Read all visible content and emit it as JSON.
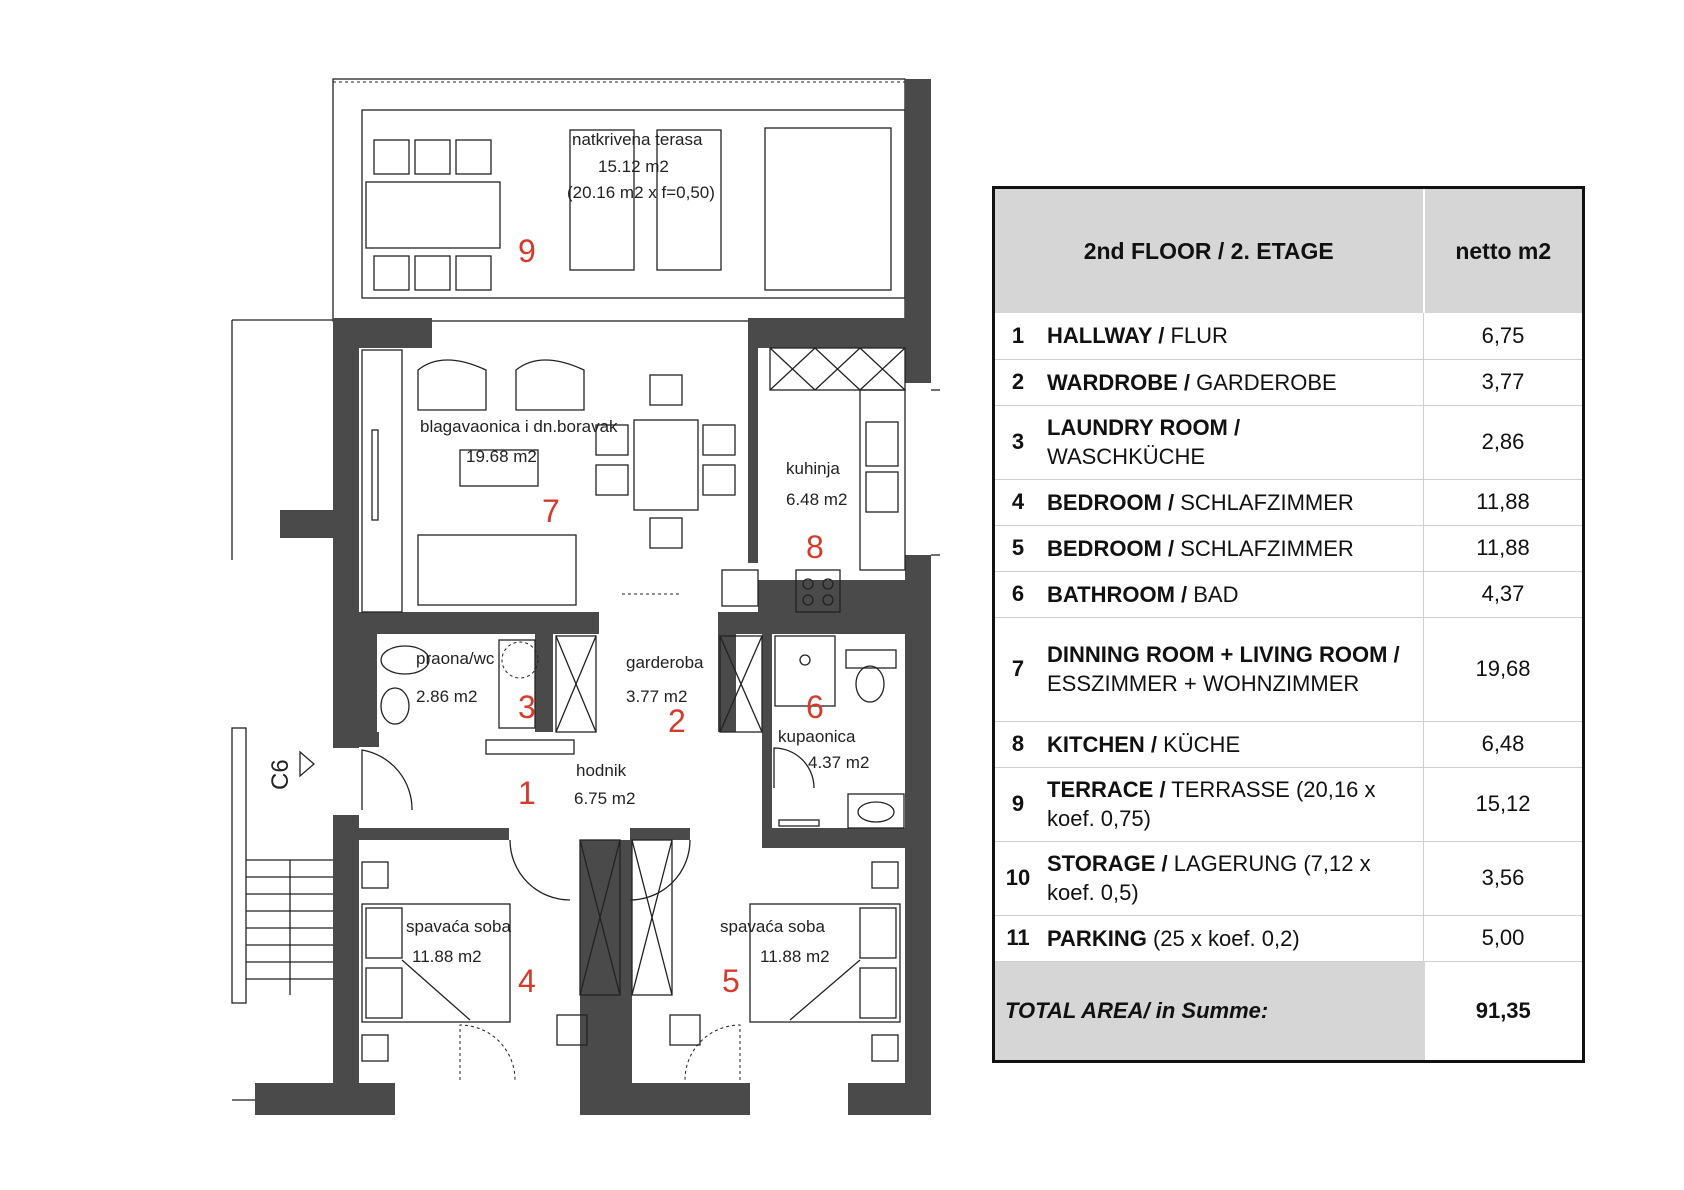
{
  "plan": {
    "rooms": [
      {
        "num": "9",
        "label": "natkrivena terasa",
        "area": "15.12 m2",
        "note": "(20.16 m2 x f=0,50)"
      },
      {
        "num": "7",
        "label": "blagavaonica i dn.boravak",
        "area": "19.68 m2"
      },
      {
        "num": "8",
        "label": "kuhinja",
        "area": "6.48 m2"
      },
      {
        "num": "3",
        "label": "praona/wc",
        "area": "2.86 m2"
      },
      {
        "num": "2",
        "label": "garderoba",
        "area": "3.77 m2"
      },
      {
        "num": "6",
        "label": "kupaonica",
        "area": "4.37 m2"
      },
      {
        "num": "1",
        "label": "hodnik",
        "area": "6.75 m2"
      },
      {
        "num": "4",
        "label": "spavaća soba",
        "area": "11.88 m2"
      },
      {
        "num": "5",
        "label": "spavaća soba",
        "area": "11.88 m2"
      }
    ],
    "stair_label": "C6"
  },
  "table": {
    "title": "2nd FLOOR / 2. ETAGE",
    "unit": "netto m2",
    "rows": [
      {
        "num": "1",
        "name_bold": "HALLWAY /",
        "name_rest": " FLUR",
        "value": "6,75"
      },
      {
        "num": "2",
        "name_bold": "WARDROBE /",
        "name_rest": " GARDEROBE",
        "value": "3,77"
      },
      {
        "num": "3",
        "name_bold": "LAUNDRY ROOM /",
        "name_rest": " WASCHKÜCHE",
        "value": "2,86"
      },
      {
        "num": "4",
        "name_bold": "BEDROOM /",
        "name_rest": " SCHLAFZIMMER",
        "value": "11,88"
      },
      {
        "num": "5",
        "name_bold": "BEDROOM /",
        "name_rest": " SCHLAFZIMMER",
        "value": "11,88"
      },
      {
        "num": "6",
        "name_bold": "BATHROOM /",
        "name_rest": " BAD",
        "value": "4,37"
      },
      {
        "num": "7",
        "name_bold": "DINNING ROOM + LIVING ROOM /",
        "name_rest": " ESSZIMMER + WOHNZIMMER",
        "value": "19,68"
      },
      {
        "num": "8",
        "name_bold": "KITCHEN /",
        "name_rest": " KÜCHE",
        "value": "6,48"
      },
      {
        "num": "9",
        "name_bold": "TERRACE /",
        "name_rest": " TERRASSE (20,16 x koef. 0,75)",
        "value": "15,12"
      },
      {
        "num": "10",
        "name_bold": "STORAGE /",
        "name_rest": " LAGERUNG (7,12 x koef. 0,5)",
        "value": "3,56"
      },
      {
        "num": "11",
        "name_bold": "PARKING",
        "name_rest": " (25 x koef. 0,2)",
        "value": "5,00"
      }
    ],
    "total_label": "TOTAL AREA/ in Summe:",
    "total_value": "91,35"
  }
}
